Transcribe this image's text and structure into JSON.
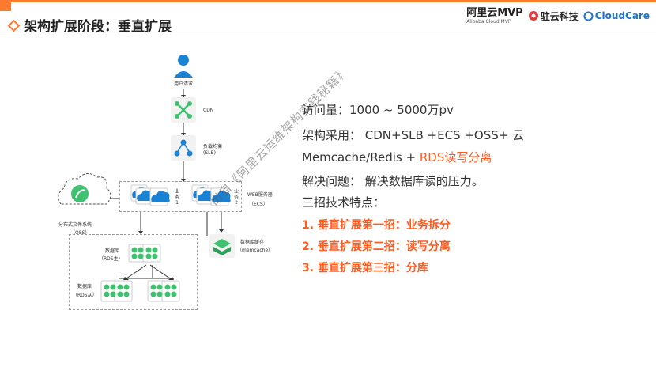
{
  "header": {
    "title": "架构扩展阶段：垂直扩展",
    "mvp_line1": "阿里云MVP",
    "mvp_line2": "Alibaba Cloud MVP",
    "brand2": "驻云科技",
    "brand3": "CloudCare"
  },
  "diagram": {
    "user_label": "用户请求",
    "cdn_label": "CDN",
    "slb_label_1": "负载均衡",
    "slb_label_2": "(SLB)",
    "biz1_chars": [
      "业",
      "务",
      "1"
    ],
    "biz2_chars": [
      "业",
      "务",
      "2"
    ],
    "web_label_1": "WEB服务器",
    "web_label_2": "（ECS）",
    "oss_label_1": "分布式文件系统",
    "oss_label_2": "（OSS）",
    "cache_label_1": "数据库缓存",
    "cache_label_2": "（memcache）",
    "db_master_1": "数据库",
    "db_master_2": "（RDS主）",
    "db_slave_1": "数据库",
    "db_slave_2": "（RDS从）"
  },
  "content": {
    "line1": "访问量：1000 ~ 5000万pv",
    "line2": "架构采用： CDN+SLB +ECS  +OSS+ 云",
    "line3_a": "Memcache/Redis + ",
    "line3_b": "RDS读写分离",
    "line4": "解决问题： 解决数据库读的压力。",
    "line5": "三招技术特点：",
    "item1": "1.  垂直扩展第一招：业务拆分",
    "item2": "2.  垂直扩展第二招：读写分离",
    "item3": "3.  垂直扩展第三招：分库"
  },
  "watermark": "出自《阿里云运维架构实践秘籍》",
  "colors": {
    "accent": "#ff7a2c",
    "highlight": "#ff5a1f",
    "green": "#3ec26f",
    "blue": "#1a82d4",
    "cloudcare": "#1e73c8"
  }
}
